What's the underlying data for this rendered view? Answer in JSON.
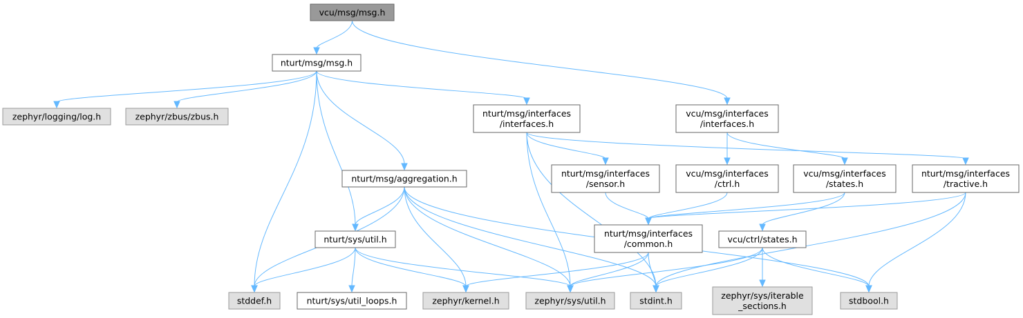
{
  "colors": {
    "edge": "#63b8ff",
    "root_fill": "#999999",
    "header_fill": "#e0e0e0",
    "plain_fill": "#ffffff"
  },
  "nodes": {
    "vcu_msg_msg_h": {
      "lines": [
        "vcu/msg/msg.h"
      ],
      "style": "root"
    },
    "nturt_msg_msg_h": {
      "lines": [
        "nturt/msg/msg.h"
      ],
      "style": "white"
    },
    "zephyr_logging_log_h": {
      "lines": [
        "zephyr/logging/log.h"
      ],
      "style": "grey"
    },
    "zephyr_zbus_zbus_h": {
      "lines": [
        "zephyr/zbus/zbus.h"
      ],
      "style": "grey"
    },
    "nturt_msg_interfaces_interfaces_h": {
      "lines": [
        "nturt/msg/interfaces",
        "/interfaces.h"
      ],
      "style": "white"
    },
    "vcu_msg_interfaces_interfaces_h": {
      "lines": [
        "vcu/msg/interfaces",
        "/interfaces.h"
      ],
      "style": "white"
    },
    "nturt_msg_aggregation_h": {
      "lines": [
        "nturt/msg/aggregation.h"
      ],
      "style": "white"
    },
    "nturt_msg_interfaces_sensor_h": {
      "lines": [
        "nturt/msg/interfaces",
        "/sensor.h"
      ],
      "style": "white"
    },
    "vcu_msg_interfaces_ctrl_h": {
      "lines": [
        "vcu/msg/interfaces",
        "/ctrl.h"
      ],
      "style": "white"
    },
    "vcu_msg_interfaces_states_h": {
      "lines": [
        "vcu/msg/interfaces",
        "/states.h"
      ],
      "style": "white"
    },
    "nturt_msg_interfaces_tractive_h": {
      "lines": [
        "nturt/msg/interfaces",
        "/tractive.h"
      ],
      "style": "white"
    },
    "nturt_sys_util_h": {
      "lines": [
        "nturt/sys/util.h"
      ],
      "style": "white"
    },
    "nturt_msg_interfaces_common_h": {
      "lines": [
        "nturt/msg/interfaces",
        "/common.h"
      ],
      "style": "white"
    },
    "vcu_ctrl_states_h": {
      "lines": [
        "vcu/ctrl/states.h"
      ],
      "style": "white"
    },
    "stddef_h": {
      "lines": [
        "stddef.h"
      ],
      "style": "grey"
    },
    "nturt_sys_util_loops_h": {
      "lines": [
        "nturt/sys/util_loops.h"
      ],
      "style": "white"
    },
    "zephyr_kernel_h": {
      "lines": [
        "zephyr/kernel.h"
      ],
      "style": "grey"
    },
    "zephyr_sys_util_h": {
      "lines": [
        "zephyr/sys/util.h"
      ],
      "style": "grey"
    },
    "stdint_h": {
      "lines": [
        "stdint.h"
      ],
      "style": "grey"
    },
    "zephyr_sys_iterable_sections_h": {
      "lines": [
        "zephyr/sys/iterable",
        "_sections.h"
      ],
      "style": "grey"
    },
    "stdbool_h": {
      "lines": [
        "stdbool.h"
      ],
      "style": "grey"
    }
  },
  "edges": [
    [
      "vcu_msg_msg_h",
      "nturt_msg_msg_h"
    ],
    [
      "vcu_msg_msg_h",
      "vcu_msg_interfaces_interfaces_h"
    ],
    [
      "nturt_msg_msg_h",
      "zephyr_logging_log_h"
    ],
    [
      "nturt_msg_msg_h",
      "zephyr_zbus_zbus_h"
    ],
    [
      "nturt_msg_msg_h",
      "nturt_msg_interfaces_interfaces_h"
    ],
    [
      "nturt_msg_msg_h",
      "nturt_msg_aggregation_h"
    ],
    [
      "nturt_msg_msg_h",
      "nturt_sys_util_h"
    ],
    [
      "nturt_msg_msg_h",
      "stddef_h"
    ],
    [
      "nturt_msg_interfaces_interfaces_h",
      "nturt_msg_interfaces_sensor_h"
    ],
    [
      "nturt_msg_interfaces_interfaces_h",
      "nturt_msg_interfaces_tractive_h"
    ],
    [
      "nturt_msg_interfaces_interfaces_h",
      "zephyr_sys_util_h"
    ],
    [
      "nturt_msg_interfaces_interfaces_h",
      "stdint_h"
    ],
    [
      "vcu_msg_interfaces_interfaces_h",
      "vcu_msg_interfaces_ctrl_h"
    ],
    [
      "vcu_msg_interfaces_interfaces_h",
      "vcu_msg_interfaces_states_h"
    ],
    [
      "nturt_msg_aggregation_h",
      "nturt_sys_util_h"
    ],
    [
      "nturt_msg_aggregation_h",
      "stddef_h"
    ],
    [
      "nturt_msg_aggregation_h",
      "zephyr_kernel_h"
    ],
    [
      "nturt_msg_aggregation_h",
      "zephyr_sys_util_h"
    ],
    [
      "nturt_msg_aggregation_h",
      "stdint_h"
    ],
    [
      "nturt_msg_aggregation_h",
      "stdbool_h"
    ],
    [
      "nturt_msg_interfaces_sensor_h",
      "nturt_msg_interfaces_common_h"
    ],
    [
      "vcu_msg_interfaces_ctrl_h",
      "nturt_msg_interfaces_common_h"
    ],
    [
      "vcu_msg_interfaces_states_h",
      "nturt_msg_interfaces_common_h"
    ],
    [
      "vcu_msg_interfaces_states_h",
      "vcu_ctrl_states_h"
    ],
    [
      "nturt_msg_interfaces_tractive_h",
      "nturt_msg_interfaces_common_h"
    ],
    [
      "nturt_msg_interfaces_tractive_h",
      "stdint_h"
    ],
    [
      "nturt_msg_interfaces_tractive_h",
      "stdbool_h"
    ],
    [
      "nturt_sys_util_h",
      "stddef_h"
    ],
    [
      "nturt_sys_util_h",
      "nturt_sys_util_loops_h"
    ],
    [
      "nturt_sys_util_h",
      "zephyr_kernel_h"
    ],
    [
      "nturt_sys_util_h",
      "zephyr_sys_util_h"
    ],
    [
      "nturt_msg_interfaces_common_h",
      "zephyr_kernel_h"
    ],
    [
      "nturt_msg_interfaces_common_h",
      "zephyr_sys_util_h"
    ],
    [
      "nturt_msg_interfaces_common_h",
      "stdint_h"
    ],
    [
      "vcu_ctrl_states_h",
      "zephyr_sys_util_h"
    ],
    [
      "vcu_ctrl_states_h",
      "stdint_h"
    ],
    [
      "vcu_ctrl_states_h",
      "zephyr_sys_iterable_sections_h"
    ],
    [
      "vcu_ctrl_states_h",
      "stdbool_h"
    ]
  ]
}
